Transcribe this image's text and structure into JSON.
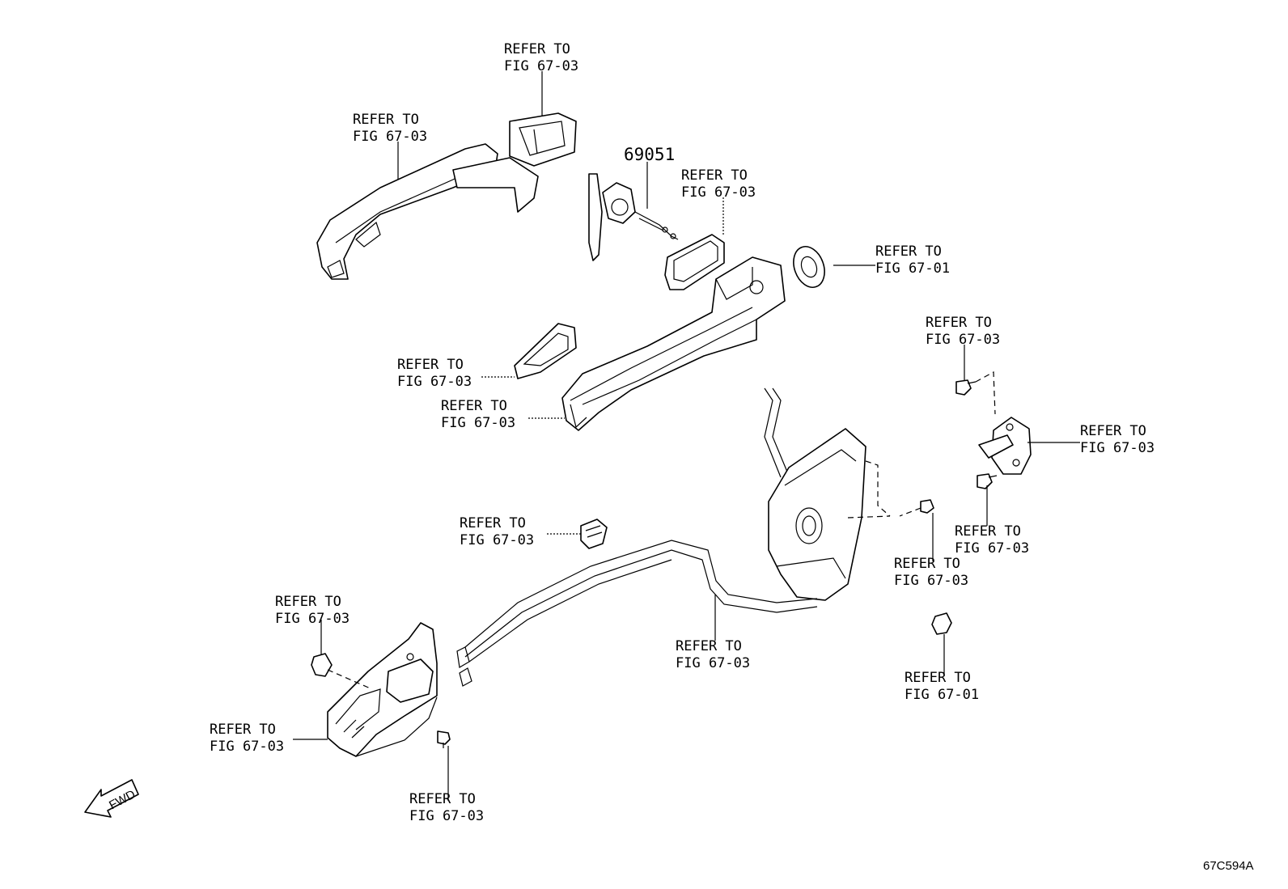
{
  "diagram": {
    "part_number": "69051",
    "drawing_code": "67C594A",
    "fwd_label": "FWD",
    "callouts": [
      {
        "line1": "REFER TO",
        "line2": "FIG 67-03"
      },
      {
        "line1": "REFER TO",
        "line2": "FIG 67-03"
      },
      {
        "line1": "REFER TO",
        "line2": "FIG 67-03"
      },
      {
        "line1": "REFER TO",
        "line2": "FIG 67-01"
      },
      {
        "line1": "REFER TO",
        "line2": "FIG 67-03"
      },
      {
        "line1": "REFER TO",
        "line2": "FIG 67-03"
      },
      {
        "line1": "REFER TO",
        "line2": "FIG 67-03"
      },
      {
        "line1": "REFER TO",
        "line2": "FIG 67-03"
      },
      {
        "line1": "REFER TO",
        "line2": "FIG 67-03"
      },
      {
        "line1": "REFER TO",
        "line2": "FIG 67-03"
      },
      {
        "line1": "REFER TO",
        "line2": "FIG 67-03"
      },
      {
        "line1": "REFER TO",
        "line2": "FIG 67-03"
      },
      {
        "line1": "REFER TO",
        "line2": "FIG 67-03"
      },
      {
        "line1": "REFER TO",
        "line2": "FIG 67-01"
      },
      {
        "line1": "REFER TO",
        "line2": "FIG 67-03"
      },
      {
        "line1": "REFER TO",
        "line2": "FIG 67-03"
      }
    ]
  }
}
